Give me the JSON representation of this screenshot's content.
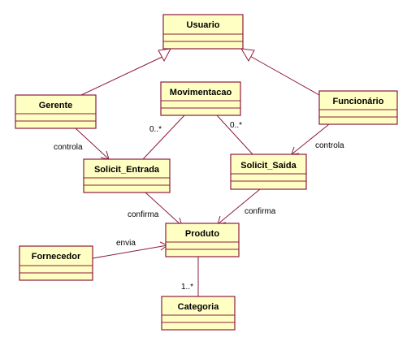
{
  "classes": {
    "usuario": "Usuario",
    "gerente": "Gerente",
    "movimentacao": "Movimentacao",
    "funcionario": "Funcionário",
    "solicit_entrada": "Solicit_Entrada",
    "solicit_saida": "Solicit_Saida",
    "produto": "Produto",
    "fornecedor": "Fornecedor",
    "categoria": "Categoria"
  },
  "labels": {
    "gerente_controla": "controla",
    "funcionario_controla": "controla",
    "mov_entrada_mult": "0..*",
    "mov_saida_mult": "0..*",
    "entrada_confirma": "confirma",
    "saida_confirma": "confirma",
    "fornecedor_envia": "envia",
    "categoria_mult": "1..*"
  },
  "colors": {
    "box_fill": "#ffffc4",
    "box_stroke": "#8b1c3c"
  }
}
